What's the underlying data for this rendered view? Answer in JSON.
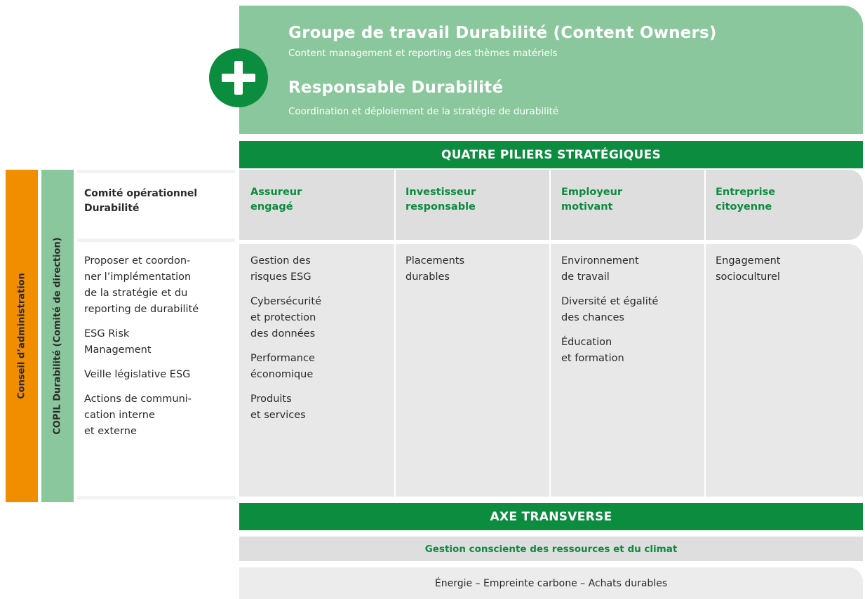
{
  "top": {
    "title1": "Groupe de travail Durabilité (Content Owners)",
    "sub1": "Content management et reporting des thèmes matériels",
    "title2": "Responsable Durabilité",
    "sub2": "Coordination et déploiement de la stratégie de durabilité",
    "icon": "plus-icon"
  },
  "pillars_header": "QUATRE PILIERS STRATÉGIQUES",
  "left": {
    "conseil": "Conseil d’administration",
    "copil": "COPIL Durabilité (Comité de direction)"
  },
  "comite": {
    "title_line1": "Comité opérationnel",
    "title_line2": "Durabilité",
    "items": [
      [
        "Proposer et coordon-",
        "ner l’implémentation",
        "de la stratégie et du",
        "reporting de durabilité"
      ],
      [
        "ESG Risk",
        "Management"
      ],
      [
        "Veille législative ESG"
      ],
      [
        "Actions de communi-",
        "cation interne",
        "et externe"
      ]
    ]
  },
  "pillars": [
    {
      "title": [
        "Assureur",
        "engagé"
      ],
      "items": [
        [
          "Gestion des",
          "risques ESG"
        ],
        [
          "Cybersécurité",
          "et protection",
          "des données"
        ],
        [
          "Performance",
          "économique"
        ],
        [
          "Produits",
          "et services"
        ]
      ]
    },
    {
      "title": [
        "Investisseur",
        "responsable"
      ],
      "items": [
        [
          "Placements",
          "durables"
        ]
      ]
    },
    {
      "title": [
        "Employeur",
        "motivant"
      ],
      "items": [
        [
          "Environnement",
          "de travail"
        ],
        [
          "Diversité et égalité",
          "des chances"
        ],
        [
          "Éducation",
          "et formation"
        ]
      ]
    },
    {
      "title": [
        "Entreprise",
        "citoyenne"
      ],
      "items": [
        [
          "Engagement",
          "socioculturel"
        ]
      ]
    }
  ],
  "axe_header": "AXE TRANSVERSE",
  "gestion": "Gestion consciente des ressources et du climat",
  "energie": "Énergie – Empreinte carbone – Achats durables",
  "colors": {
    "dark_green": "#0c8c3f",
    "light_green": "#8bc79c",
    "orange": "#f18e00",
    "grey": "#dedede"
  }
}
